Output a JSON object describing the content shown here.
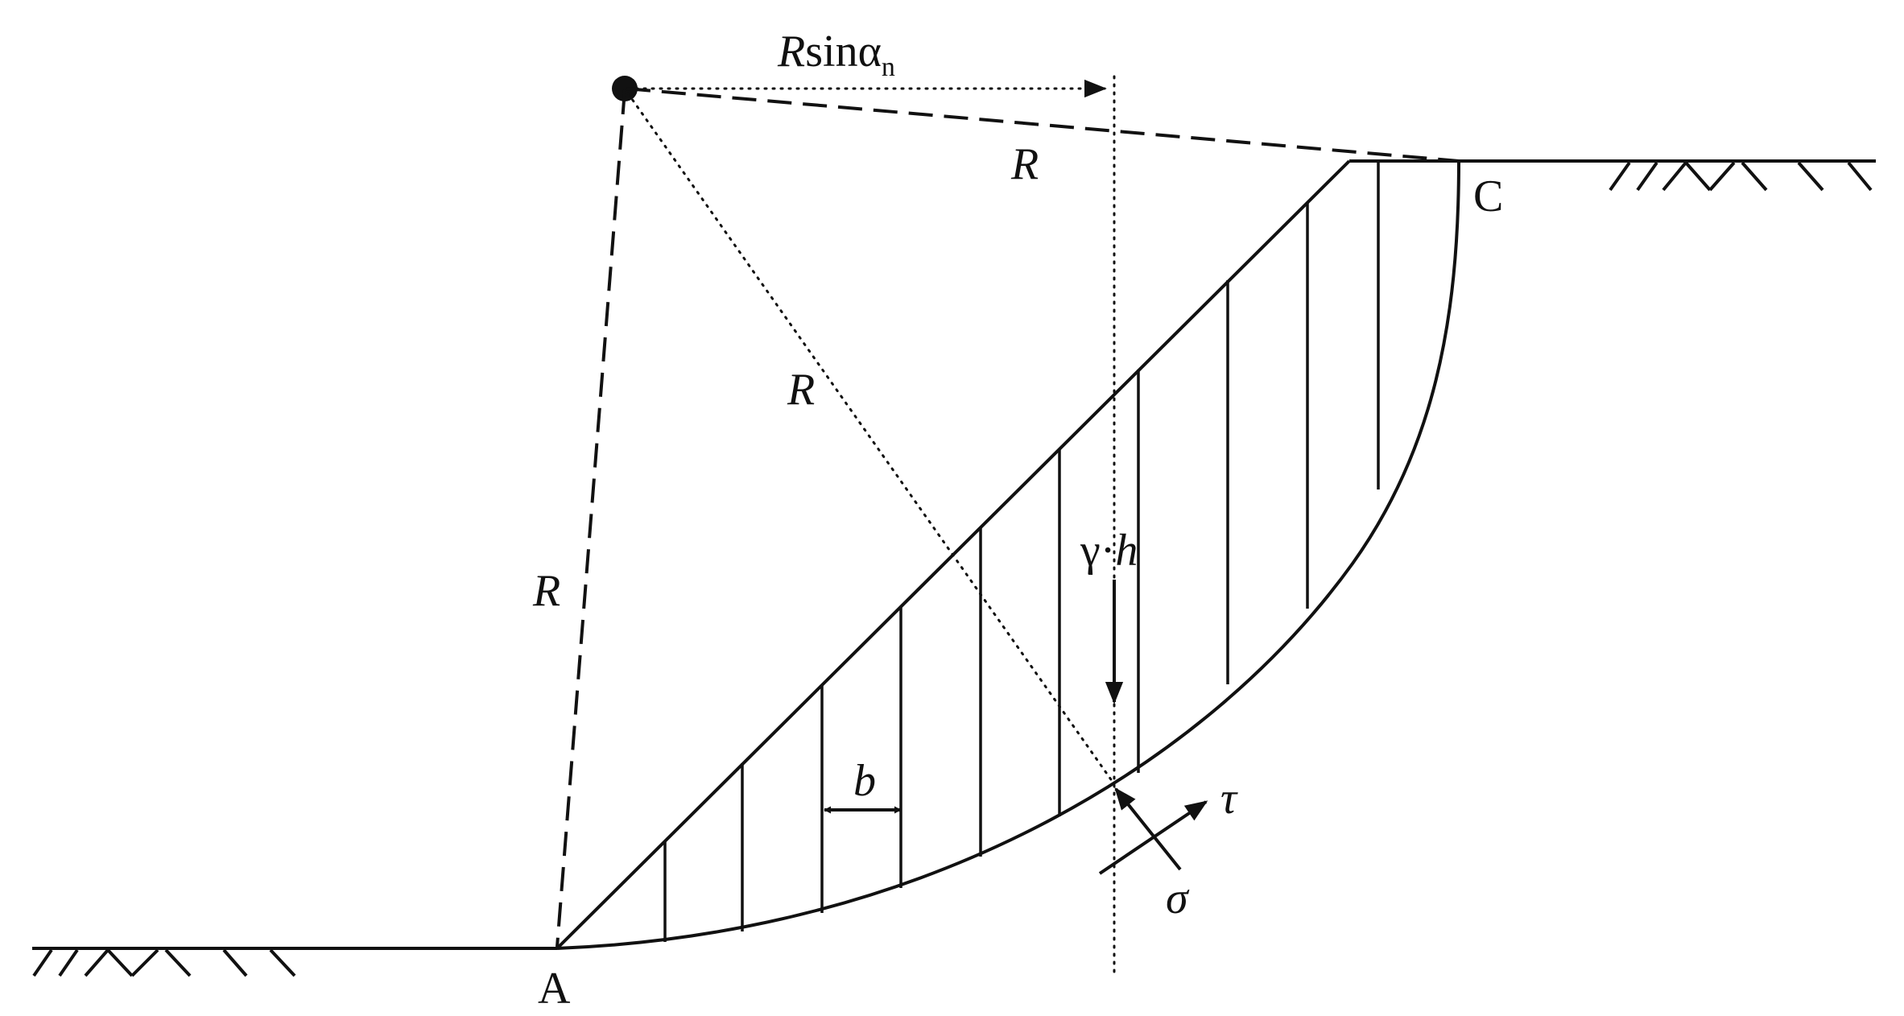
{
  "diagram": {
    "labels": {
      "point_a": "A",
      "point_c": "C",
      "radius": "R",
      "moment_arm_r": "R",
      "moment_arm_sin": "sin",
      "moment_arm_alpha": "α",
      "moment_arm_sub": "n",
      "weight_gamma": "γ·",
      "weight_h": "h",
      "slice_width": "b",
      "shear_stress": "τ",
      "normal_stress": "σ"
    },
    "colors": {
      "stroke": "#111111",
      "background": "#ffffff"
    }
  }
}
